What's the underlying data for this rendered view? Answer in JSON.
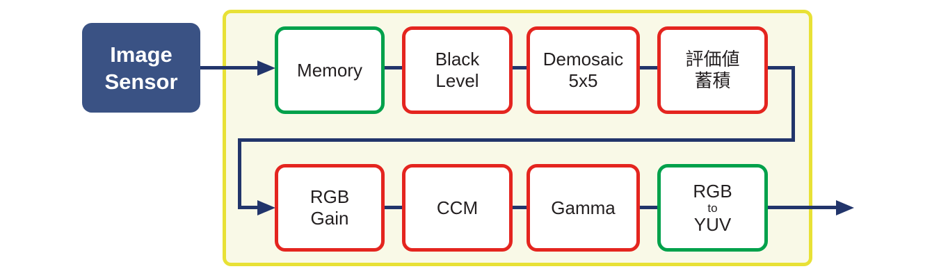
{
  "sensor": {
    "label": "Image\nSensor"
  },
  "pipeline": {
    "row1": [
      {
        "label": "Memory",
        "border_color": "#00a14b"
      },
      {
        "label": "Black\nLevel",
        "border_color": "#e4251f"
      },
      {
        "label": "Demosaic\n5x5",
        "border_color": "#e4251f"
      },
      {
        "label": "評価値\n蓄積",
        "border_color": "#e4251f"
      }
    ],
    "row2": [
      {
        "label": "RGB\nGain",
        "border_color": "#e4251f"
      },
      {
        "label": "CCM",
        "border_color": "#e4251f"
      },
      {
        "label": "Gamma",
        "border_color": "#e4251f"
      },
      {
        "lines": [
          "RGB",
          "to",
          "YUV"
        ],
        "border_color": "#00a14b"
      }
    ]
  },
  "colors": {
    "navy": "#22356b",
    "sensor-fill": "#3a5284",
    "red": "#e4251f",
    "green": "#00a14b",
    "yellow": "#e8e136",
    "panel-fill": "#f9f9e7",
    "block-fill": "#ffffff",
    "text": "#231f20"
  }
}
